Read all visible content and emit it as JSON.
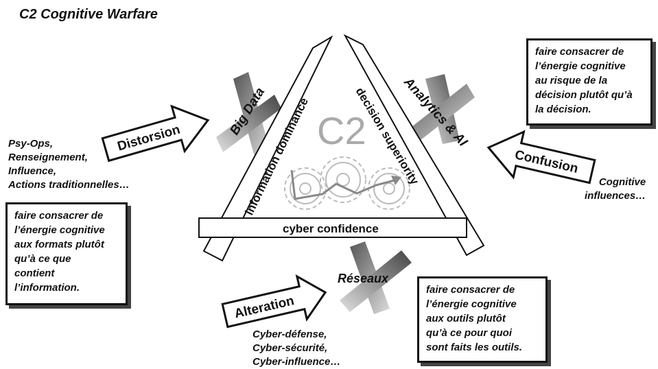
{
  "title": "C2 Cognitive Warfare",
  "center_logo": "C2",
  "triangle": {
    "left_side": "information dominance",
    "right_side": "decision superiority",
    "base": "cyber confidence"
  },
  "labels": {
    "big_data": "Big Data",
    "analytics": "Analytics & AI",
    "reseaux": "Réseaux"
  },
  "arrows": {
    "distorsion": "Distorsion",
    "confusion": "Confusion",
    "alteration": "Alteration"
  },
  "left_list": "Psy-Ops,\nRenseignement,\nInfluence,\nActions traditionnelles…",
  "right_list": "Cognitive\ninfluences…",
  "bottom_list": "Cyber-défense,\nCyber-sécurité,\nCyber-influence…",
  "boxes": {
    "left": "faire consacrer de\nl’énergie cognitive\naux formats plutôt\nqu’à ce que\ncontient\nl’information.",
    "top_right": "faire consacrer de\nl’énergie cognitive\nau risque de la\ndécision plutôt qu’à\nla décision.",
    "bottom_right": "faire consacrer de\nl’énergie cognitive\naux outils plutôt\nqu’à ce pour quoi\nsont faits les outils."
  },
  "colors": {
    "ink": "#111111",
    "cross_gray": "#777777",
    "gear_gray": "#cccccc"
  }
}
